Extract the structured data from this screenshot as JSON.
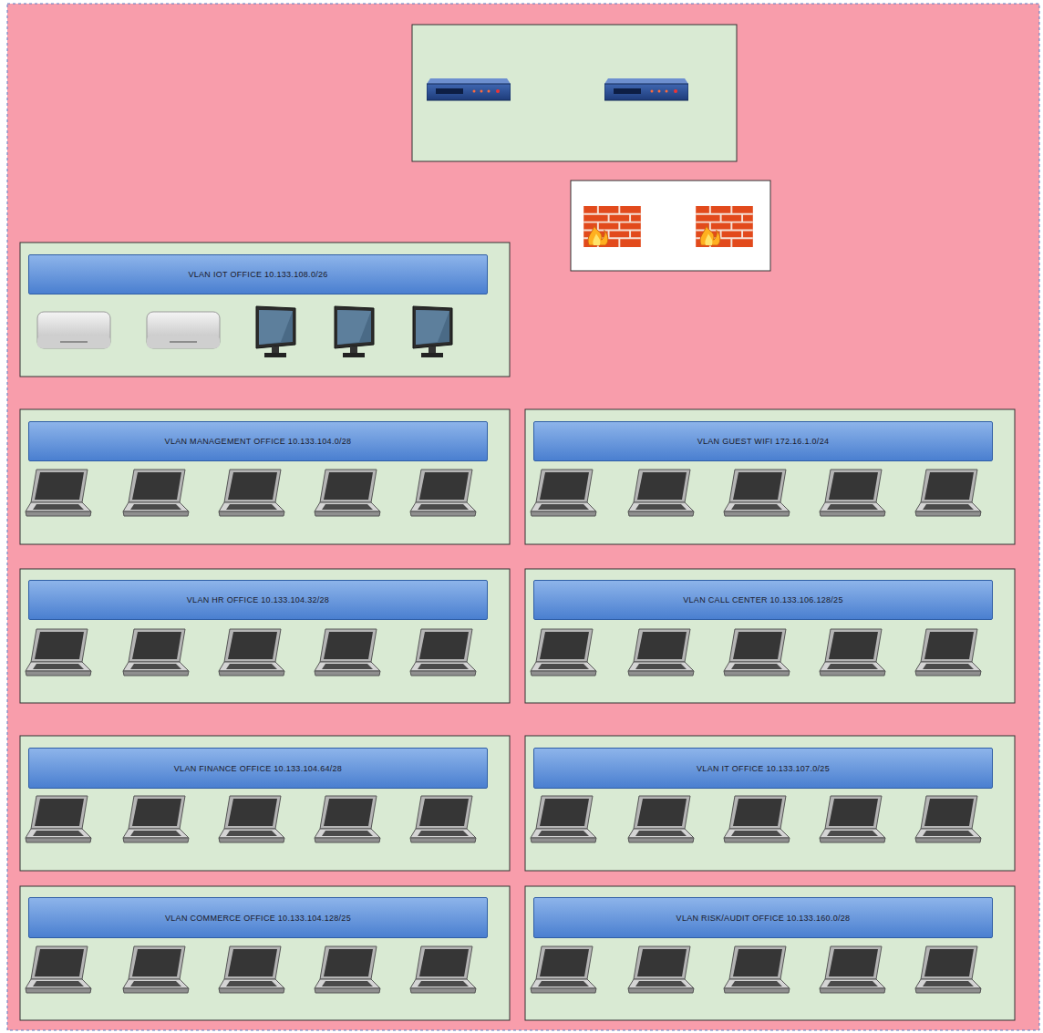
{
  "diagram": {
    "nodes": [
      {
        "text": [
          "VLAN IOT OFFICE 10.133.108.0/26"
        ]
      },
      {
        "text": [
          "VLAN MANAGEMENT OFFICE 10.133.104.0/28"
        ]
      },
      {
        "text": [
          "VLAN GUEST WIFI 172.16.1.0/24"
        ]
      },
      {
        "text": [
          "VLAN HR OFFICE 10.133.104.32/28"
        ]
      },
      {
        "text": [
          "VLAN CALL CENTER 10.133.106.128/25"
        ]
      },
      {
        "text": [
          "VLAN FINANCE OFFICE 10.133.104.64/28"
        ]
      },
      {
        "text": [
          "VLAN IT OFFICE 10.133.107.0/25"
        ]
      },
      {
        "text": [
          "VLAN COMMERCE OFFICE 10.133.104.128/25"
        ]
      },
      {
        "text": [
          "VLAN RISK/AUDIT OFFICE 10.133.160.0/28"
        ]
      }
    ]
  }
}
